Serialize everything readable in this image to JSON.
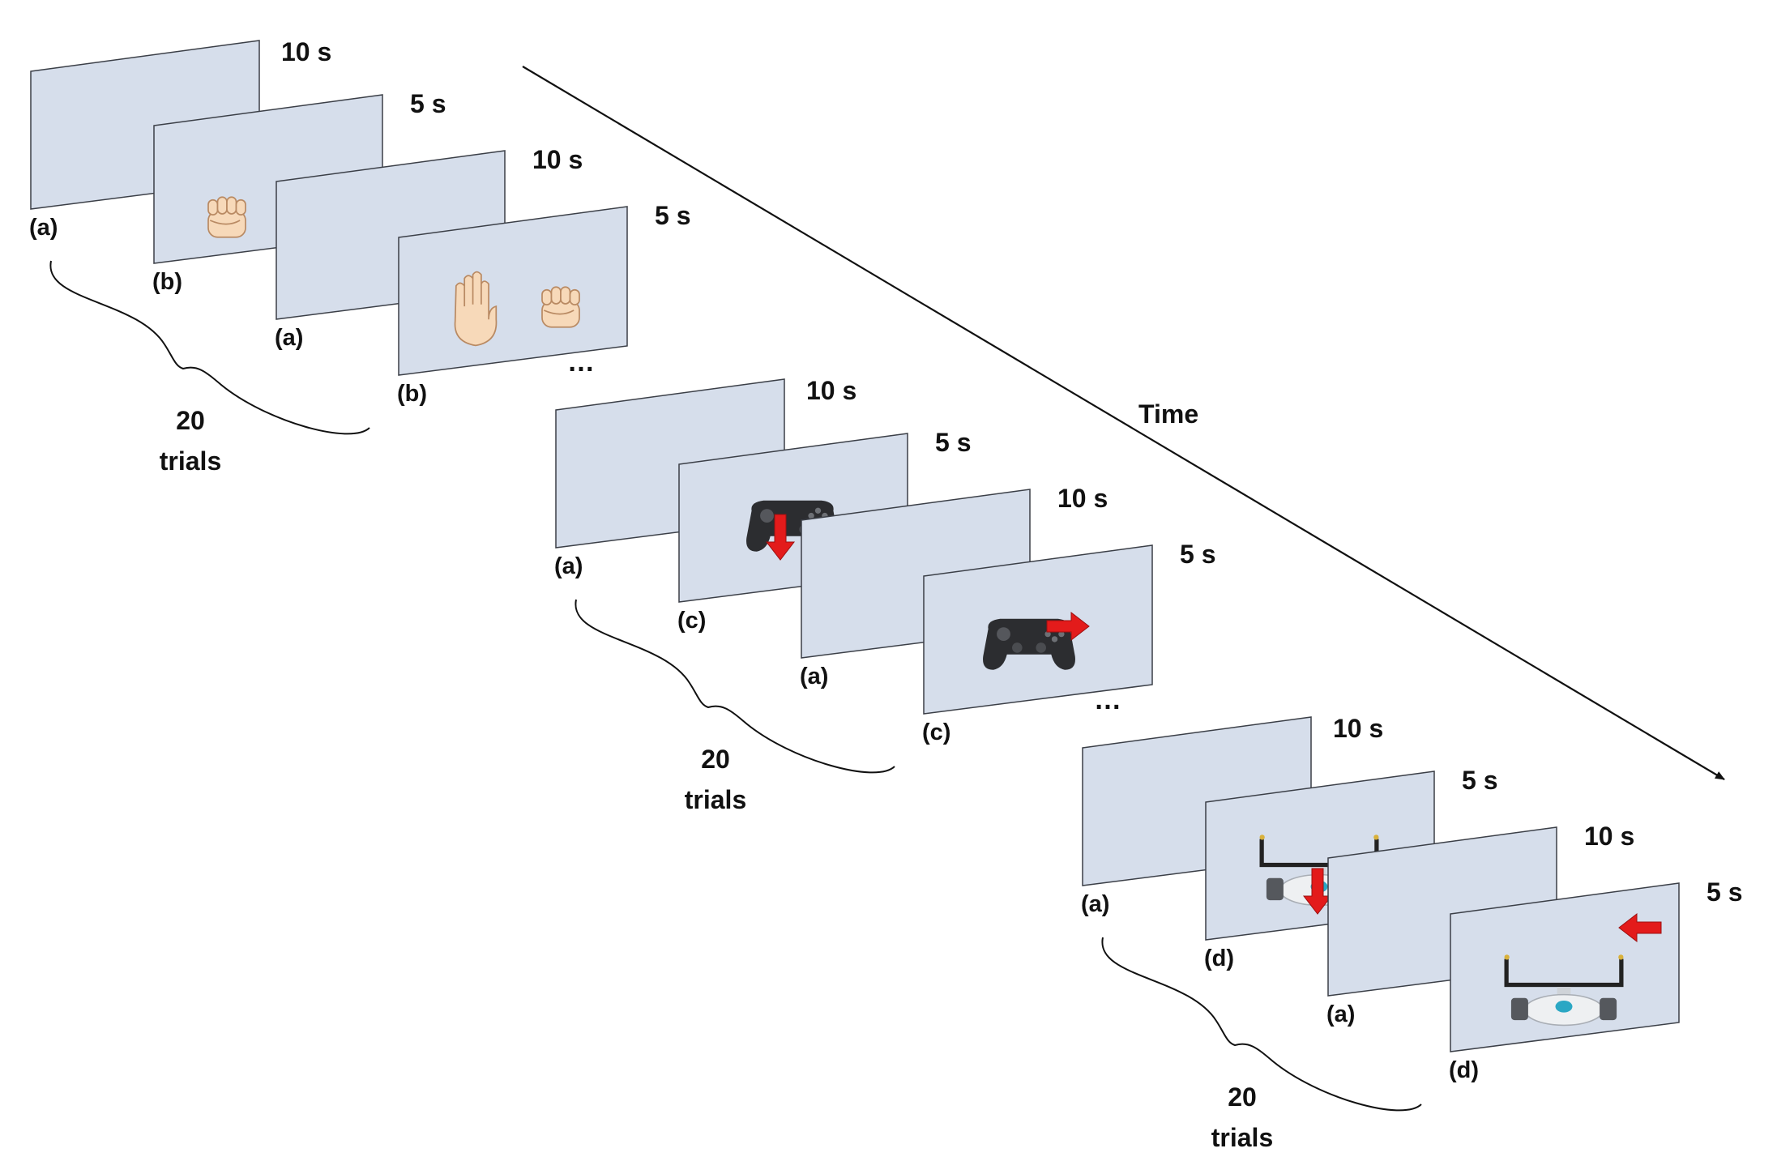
{
  "time_label": "Time",
  "blocks": [
    {
      "stimulus": "hands",
      "trials_count": "20",
      "trials_word": "trials",
      "ellipsis": "",
      "screens": [
        {
          "tag": "(a)",
          "duration": "10 s",
          "content": "blank"
        },
        {
          "tag": "(b)",
          "duration": "5 s",
          "content": "fist-left-hand-partial"
        },
        {
          "tag": "(a)",
          "duration": "10 s",
          "content": "blank"
        },
        {
          "tag": "(b)",
          "duration": "5 s",
          "content": "open-hand-and-fist"
        }
      ]
    },
    {
      "stimulus": "gamepad",
      "trials_count": "20",
      "trials_word": "trials",
      "ellipsis": "…",
      "screens": [
        {
          "tag": "(a)",
          "duration": "10 s",
          "content": "blank"
        },
        {
          "tag": "(c)",
          "duration": "5 s",
          "content": "gamepad-arrow-down"
        },
        {
          "tag": "(a)",
          "duration": "10 s",
          "content": "blank"
        },
        {
          "tag": "(c)",
          "duration": "5 s",
          "content": "gamepad-arrow-right"
        }
      ]
    },
    {
      "stimulus": "robot",
      "trials_count": "20",
      "trials_word": "trials",
      "ellipsis": "…",
      "screens": [
        {
          "tag": "(a)",
          "duration": "10 s",
          "content": "blank"
        },
        {
          "tag": "(d)",
          "duration": "5 s",
          "content": "robot-arrow-down"
        },
        {
          "tag": "(a)",
          "duration": "10 s",
          "content": "blank"
        },
        {
          "tag": "(d)",
          "duration": "5 s",
          "content": "robot-arrow-left"
        }
      ]
    }
  ],
  "colors": {
    "screen_fill": "#d6deeb",
    "screen_stroke": "#3b3f47",
    "arrow_red": "#e31b1b",
    "skin": "#f7d9b9",
    "gamepad": "#2c2d30",
    "robot_body": "#eef0f2",
    "robot_accent": "#2aa7c4"
  }
}
